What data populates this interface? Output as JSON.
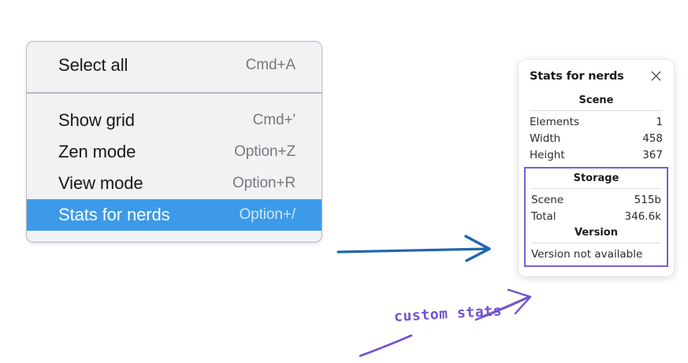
{
  "context_menu": {
    "groups": [
      {
        "items": [
          {
            "label": "Select all",
            "shortcut": "Cmd+A",
            "selected": false
          }
        ]
      },
      {
        "items": [
          {
            "label": "Show grid",
            "shortcut": "Cmd+'",
            "selected": false
          },
          {
            "label": "Zen mode",
            "shortcut": "Option+Z",
            "selected": false
          },
          {
            "label": "View mode",
            "shortcut": "Option+R",
            "selected": false
          },
          {
            "label": "Stats for nerds",
            "shortcut": "Option+/",
            "selected": true
          }
        ]
      }
    ]
  },
  "stats_panel": {
    "title": "Stats for nerds",
    "close_icon": "close-icon",
    "scene": {
      "heading": "Scene",
      "rows": [
        {
          "label": "Elements",
          "value": "1"
        },
        {
          "label": "Width",
          "value": "458"
        },
        {
          "label": "Height",
          "value": "367"
        }
      ]
    },
    "storage": {
      "heading": "Storage",
      "rows": [
        {
          "label": "Scene",
          "value": "515b"
        },
        {
          "label": "Total",
          "value": "346.6k"
        }
      ]
    },
    "version": {
      "heading": "Version",
      "text": "Version not available"
    }
  },
  "annotations": {
    "custom_stats_label": "custom stats",
    "arrow_color_blue": "#1f66ac",
    "arrow_color_purple": "#6f52cf"
  },
  "colors": {
    "menu_background": "#f1f2f4",
    "menu_border": "#b7bcc4",
    "menu_selected": "#3c9ae8",
    "panel_background": "#ffffff",
    "highlight_box": "#7b5ed6"
  }
}
